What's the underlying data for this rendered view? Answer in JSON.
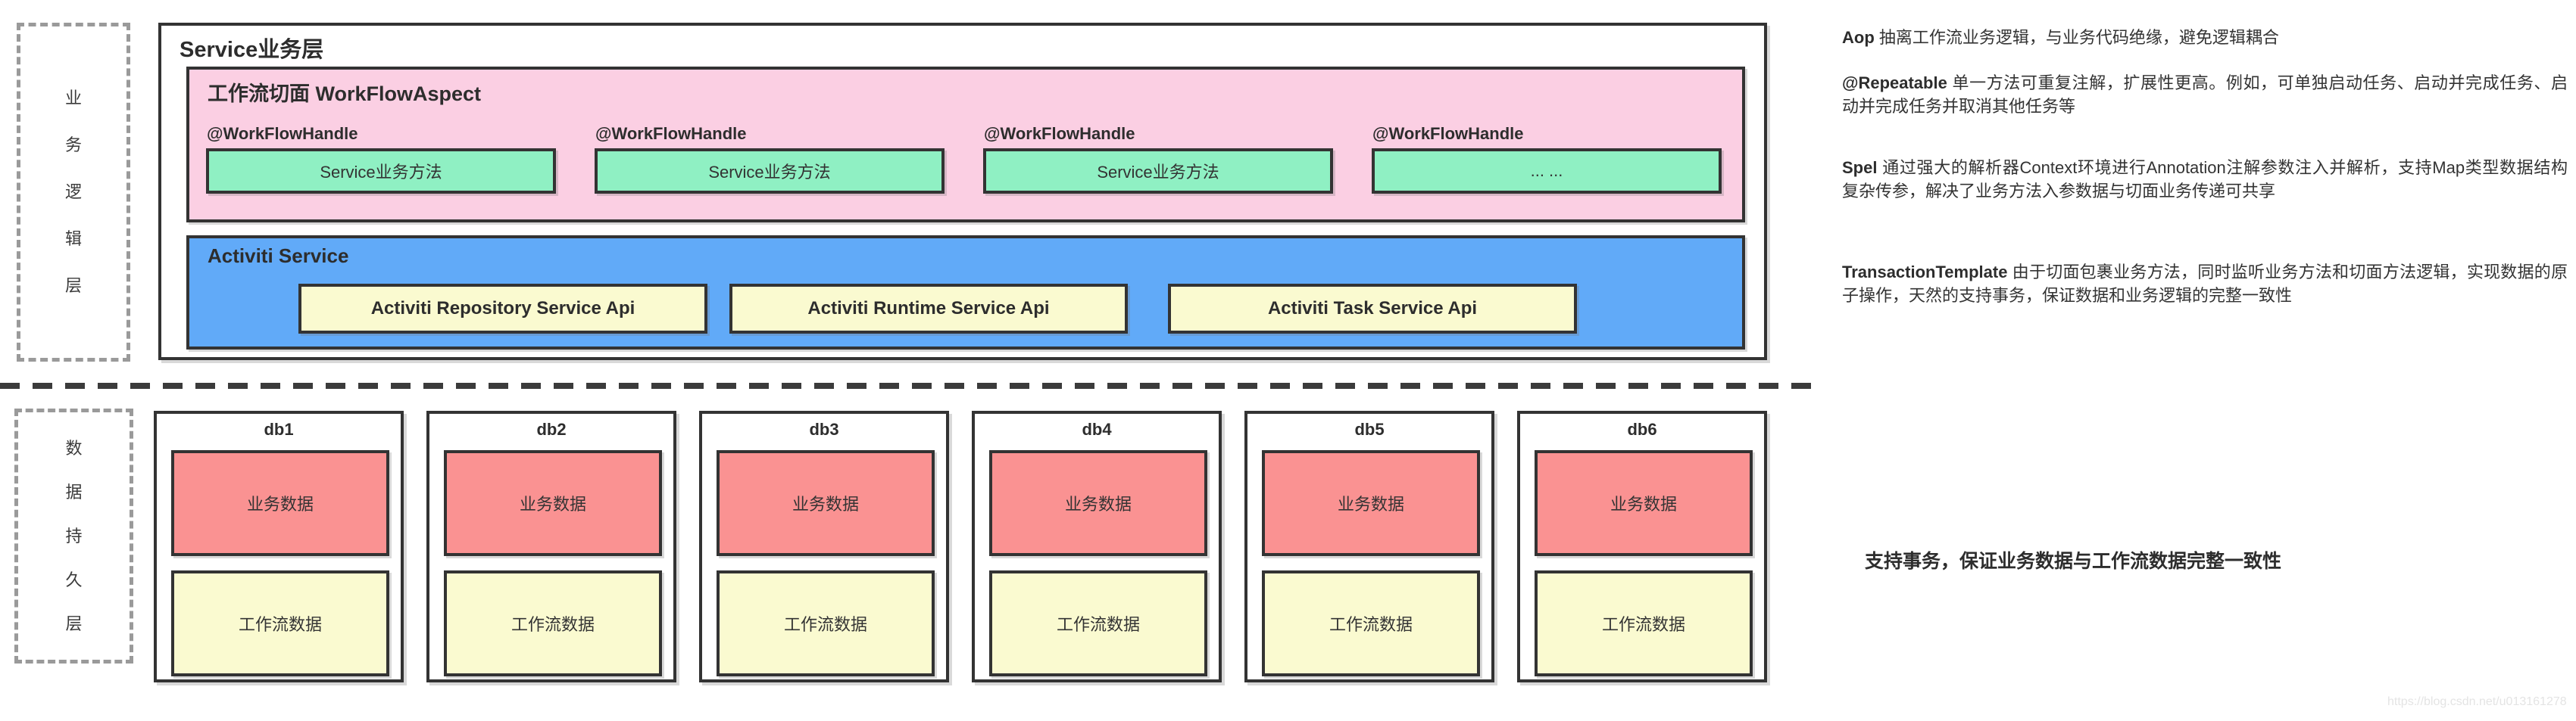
{
  "layers": {
    "business_logic": {
      "chars": [
        "业",
        "务",
        "逻",
        "辑",
        "层"
      ]
    },
    "data_persistence": {
      "chars": [
        "数",
        "据",
        "持",
        "久",
        "层"
      ]
    }
  },
  "service_layer": {
    "title": "Service业务层",
    "aspect": {
      "title": "工作流切面 WorkFlowAspect",
      "handles": [
        {
          "annotation": "@WorkFlowHandle",
          "method": "Service业务方法"
        },
        {
          "annotation": "@WorkFlowHandle",
          "method": "Service业务方法"
        },
        {
          "annotation": "@WorkFlowHandle",
          "method": "Service业务方法"
        },
        {
          "annotation": "@WorkFlowHandle",
          "method": "... ..."
        }
      ]
    },
    "activiti": {
      "title": "Activiti Service",
      "apis": [
        "Activiti Repository Service Api",
        "Activiti Runtime Service Api",
        "Activiti Task Service Api"
      ]
    }
  },
  "databases": [
    {
      "name": "db1",
      "business": "业务数据",
      "workflow": "工作流数据"
    },
    {
      "name": "db2",
      "business": "业务数据",
      "workflow": "工作流数据"
    },
    {
      "name": "db3",
      "business": "业务数据",
      "workflow": "工作流数据"
    },
    {
      "name": "db4",
      "business": "业务数据",
      "workflow": "工作流数据"
    },
    {
      "name": "db5",
      "business": "业务数据",
      "workflow": "工作流数据"
    },
    {
      "name": "db6",
      "business": "业务数据",
      "workflow": "工作流数据"
    }
  ],
  "notes": [
    {
      "keyword": "Aop",
      "text": "抽离工作流业务逻辑，与业务代码绝缘，避免逻辑耦合"
    },
    {
      "keyword": "@Repeatable",
      "text": "单一方法可重复注解，扩展性更高。例如，可单独启动任务、启动并完成任务、启动并完成任务并取消其他任务等"
    },
    {
      "keyword": "Spel",
      "text": "通过强大的解析器Context环境进行Annotation注解参数注入并解析，支持Map类型数据结构复杂传参，解决了业务方法入参数据与切面业务传递可共享"
    },
    {
      "keyword": "TransactionTemplate",
      "text": "由于切面包裹业务方法，同时监听业务方法和切面方法逻辑，实现数据的原子操作，天然的支持事务，保证数据和业务逻辑的完整一致性"
    }
  ],
  "summary": "支持事务，保证业务数据与工作流数据完整一致性",
  "watermark": "https://blog.csdn.net/u013161278",
  "colors": {
    "pink": "#fbcfe3",
    "green": "#8ff0c3",
    "blue": "#61aaf8",
    "yellow": "#fafad0",
    "red": "#fa9292",
    "border": "#333333",
    "dashed": "#9a9a9a"
  }
}
